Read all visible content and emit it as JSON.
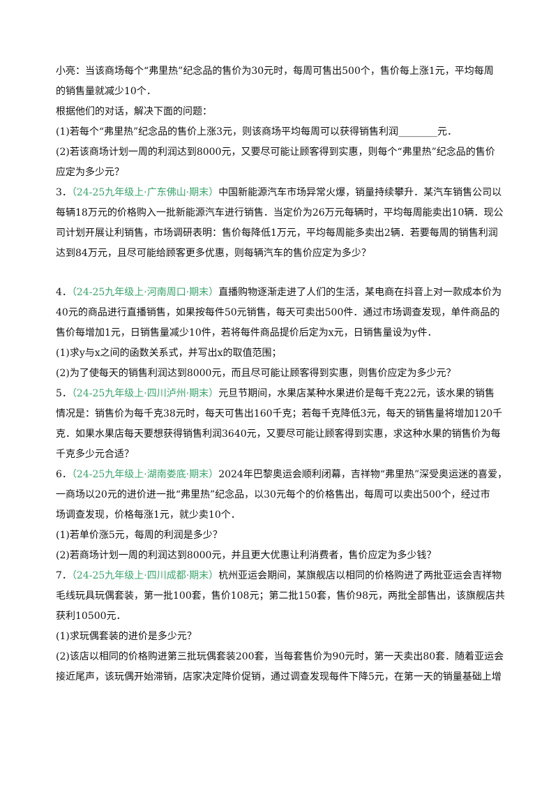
{
  "colors": {
    "text": "#111111",
    "source_tag": "#3aa36b"
  },
  "intro": {
    "lines": [
      "小亮：当该商场每个“弗里热”纪念品的售价为30元时，每周可售出500个，售价每上涨1元，平均每周",
      "的销售量就减少10个．",
      "根据他们的对话，解决下面的问题：",
      "(1)若每个“弗里热”纪念品的售价上涨3元，则该商场平均每周可以获得销售利润________元．",
      "(2)若该商场计划一周的利润达到8000元，又要尽可能让顾客得到实惠，则每个“弗里热”纪念品的售价",
      "应定为多少元？"
    ]
  },
  "problems": [
    {
      "num": "3．",
      "source": "（24-25九年级上·广东佛山·期末）",
      "first": "中国新能源汽车市场异常火爆，销量持续攀升．某汽车销售公司以",
      "rest": [
        "每辆18万元的价格购入一批新能源汽车进行销售．当定价为26万元每辆时，平均每周能卖出10辆．现公",
        "司计划开展让利销售，市场调研表明：售价每降低1万元，平均每周能多卖出2辆．若要每周的销售利润",
        "达到84万元，且尽可能给顾客更多优惠，则每辆汽车的售价应定为多少？"
      ]
    },
    {
      "num": "4．",
      "source": "（24-25九年级上·河南周口·期末）",
      "first": "直播购物逐渐走进了人们的生活，某电商在抖音上对一款成本价为",
      "rest": [
        "40元的商品进行直播销售，如果按每件50元销售，每天可卖出500件．通过市场调查发现，单件商品的",
        "售价每增加1元，日销售量减少10件，若将每件商品提价后定为x元，日销售量设为y件．",
        "(1)求y与x之间的函数关系式，并写出x的取值范围；",
        "(2)为了使每天的销售利润达到8000元，而且尽可能让顾客得到实惠，则售价应定为多少元？"
      ]
    },
    {
      "num": "5．",
      "source": "（24-25九年级上·四川泸州·期末）",
      "first": "元旦节期间，水果店某种水果进价是每千克22元，该水果的销售",
      "rest": [
        "情况是：销售价为每千克38元时，每天可售出160千克；若每千克降低3元，每天的销售量将增加120千",
        "克．如果水果店每天要想获得销售利润3640元，又要尽可能让顾客得到实惠，求这种水果的销售价为每",
        "千克多少元合适？"
      ]
    },
    {
      "num": "6．",
      "source": "（24-25九年级上·湖南娄底·期末）",
      "first": "2024年巴黎奥运会顺利闭幕，吉祥物“弗里热”深受奥运迷的喜爱，",
      "rest": [
        "一商场以20元的进价进一批“弗里热”纪念品，以30元每个的价格售出，每周可以卖出500个，经过市",
        "场调查发现，价格每涨1元，就少卖10个．",
        "(1)若单价涨5元，每周的利润是多少？",
        "(2)若商场计划一周的利润达到8000元，并且更大优惠让利消费者，售价应定为多少钱？"
      ]
    },
    {
      "num": "7．",
      "source": "（24-25九年级上·四川成都·期末）",
      "first": "杭州亚运会期间，某旗舰店以相同的价格购进了两批亚运会吉祥物",
      "rest": [
        "毛线玩具玩偶套装，第一批100套，售价108元；第二批150套，售价98元，两批全部售出，该旗舰店共",
        "获利10500元．",
        "(1)求玩偶套装的进价是多少元？",
        "(2)该店以相同的价格购进第三批玩偶套装200套，当每套售价为90元时，第一天卖出80套．随着亚运会",
        "接近尾声，该玩偶开始滞销，店家决定降价促销，通过调查发现每件下降5元，在第一天的销量基础上增"
      ]
    }
  ]
}
